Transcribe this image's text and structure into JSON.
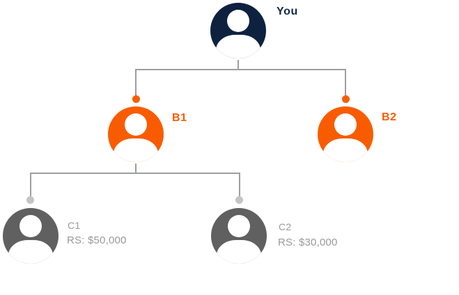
{
  "diagram": {
    "type": "referral-network-tree",
    "background_color": "#ffffff",
    "line_color": "#9e9e9e",
    "nodes": {
      "you": {
        "label": "You",
        "circle_color": "#0e223f",
        "label_color": "#12294a"
      },
      "b1": {
        "label": "B1",
        "circle_color": "#f95c00",
        "label_color": "#f95c00",
        "dot_color": "#f95c00"
      },
      "b2": {
        "label": "B2",
        "circle_color": "#f95c00",
        "label_color": "#f95c00",
        "dot_color": "#f95c00"
      },
      "c1": {
        "label": "C1",
        "sublabel": "RS: $50,000",
        "circle_color": "#606060",
        "label_color": "#9a9a9a",
        "dot_color": "#c4c4c4"
      },
      "c2": {
        "label": "C2",
        "sublabel": "RS: $30,000",
        "circle_color": "#606060",
        "label_color": "#9a9a9a",
        "dot_color": "#c4c4c4"
      }
    },
    "edges": [
      {
        "from": "you",
        "to": "b1"
      },
      {
        "from": "you",
        "to": "b2"
      },
      {
        "from": "b1",
        "to": "c1"
      },
      {
        "from": "b1",
        "to": "c2"
      }
    ]
  }
}
